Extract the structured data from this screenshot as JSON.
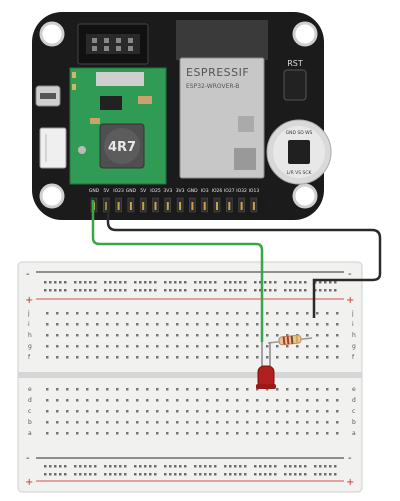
{
  "board": {
    "module_brand": "ESPRESSIF",
    "module_model": "ESP32-WROVER-B",
    "reset_label": "RST",
    "inductor_label": "4R7",
    "mic_pins_top": "GND SD WS",
    "mic_pins_bottom": "L/R VS SCK",
    "header_labels": [
      "GND",
      "5V",
      "IO23",
      "GND",
      "5V",
      "IO25",
      "3V3",
      "3V3",
      "GND",
      "IO3",
      "IO26",
      "IO27",
      "IO32",
      "IO13"
    ]
  },
  "breadboard": {
    "row_letters_top": [
      "j",
      "i",
      "h",
      "g",
      "f"
    ],
    "row_letters_bottom": [
      "e",
      "d",
      "c",
      "b",
      "a"
    ],
    "rail_plus": "+",
    "rail_minus": "-"
  },
  "colors": {
    "pcb": "#1b1b1b",
    "module_green": "#2f9b54",
    "wire_green": "#3aa547",
    "wire_black": "#2a2a2a",
    "led_red": "#b0201e",
    "rail_red": "#d7534e"
  }
}
